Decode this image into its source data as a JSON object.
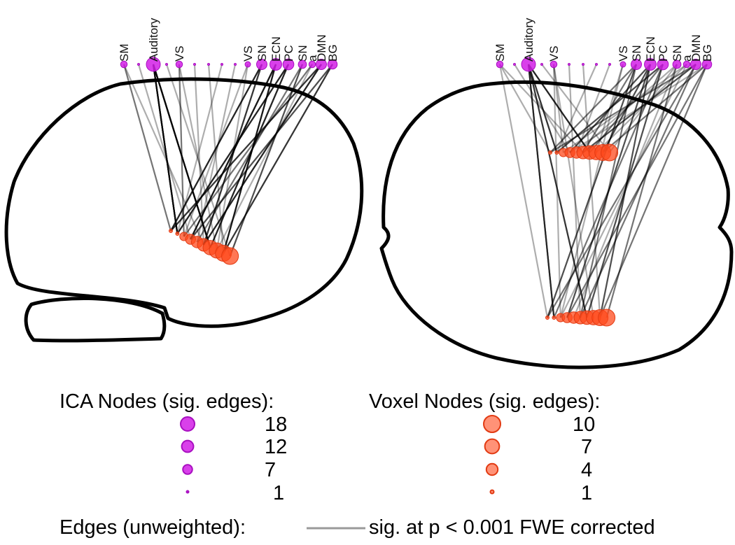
{
  "panels": [
    {
      "view": "sagittal",
      "ica_nodes": [
        {
          "label": "SM",
          "edges": 3
        },
        {
          "label": "",
          "edges": 1
        },
        {
          "label": "Auditory",
          "edges": 18
        },
        {
          "label": "",
          "edges": 1
        },
        {
          "label": "VS",
          "edges": 3
        },
        {
          "label": "",
          "edges": 1
        },
        {
          "label": "",
          "edges": 1
        },
        {
          "label": "",
          "edges": 1
        },
        {
          "label": "",
          "edges": 1
        },
        {
          "label": "VS",
          "edges": 2
        },
        {
          "label": "SN",
          "edges": 9
        },
        {
          "label": "ECN",
          "edges": 12
        },
        {
          "label": "PC",
          "edges": 10
        },
        {
          "label": "SN",
          "edges": 5
        },
        {
          "label": "a",
          "edges": 3
        },
        {
          "label": "DMN",
          "edges": 9
        },
        {
          "label": "BG",
          "edges": 7
        }
      ],
      "voxel_clusters": [
        {
          "voxel_edges": [
            1,
            1,
            2,
            3,
            4,
            5,
            7,
            8,
            9,
            10
          ]
        }
      ]
    },
    {
      "view": "axial",
      "ica_nodes": [
        {
          "label": "SM",
          "edges": 3
        },
        {
          "label": "",
          "edges": 1
        },
        {
          "label": "Auditory",
          "edges": 18
        },
        {
          "label": "",
          "edges": 1
        },
        {
          "label": "VS",
          "edges": 3
        },
        {
          "label": "",
          "edges": 1
        },
        {
          "label": "",
          "edges": 1
        },
        {
          "label": "",
          "edges": 1
        },
        {
          "label": "",
          "edges": 1
        },
        {
          "label": "VS",
          "edges": 2
        },
        {
          "label": "SN",
          "edges": 9
        },
        {
          "label": "ECN",
          "edges": 12
        },
        {
          "label": "PC",
          "edges": 10
        },
        {
          "label": "SN",
          "edges": 5
        },
        {
          "label": "a",
          "edges": 3
        },
        {
          "label": "DMN",
          "edges": 9
        },
        {
          "label": "BG",
          "edges": 7
        }
      ],
      "voxel_clusters": [
        {
          "voxel_edges": [
            1,
            1,
            2,
            3,
            4,
            5,
            6,
            7,
            9,
            10
          ]
        },
        {
          "voxel_edges": [
            1,
            1,
            2,
            3,
            4,
            5,
            6,
            7,
            9,
            10
          ]
        }
      ]
    }
  ],
  "legend": {
    "ica_title": "ICA Nodes (sig. edges):",
    "ica_entries": [
      {
        "value": 18,
        "label": "18"
      },
      {
        "value": 12,
        "label": "12"
      },
      {
        "value": 7,
        "label": "7"
      },
      {
        "value": 1,
        "label": "1"
      }
    ],
    "voxel_title": "Voxel Nodes (sig. edges):",
    "voxel_entries": [
      {
        "value": 10,
        "label": "10"
      },
      {
        "value": 7,
        "label": "7"
      },
      {
        "value": 4,
        "label": "4"
      },
      {
        "value": 1,
        "label": "1"
      }
    ],
    "edges_label": "Edges (unweighted):",
    "edges_desc": "sig. at p < 0.001 FWE corrected"
  },
  "colors": {
    "ica_node": "#d21ee6",
    "voxel_node": "#ff4a1c",
    "edge": "#000000",
    "outline": "#000000"
  }
}
